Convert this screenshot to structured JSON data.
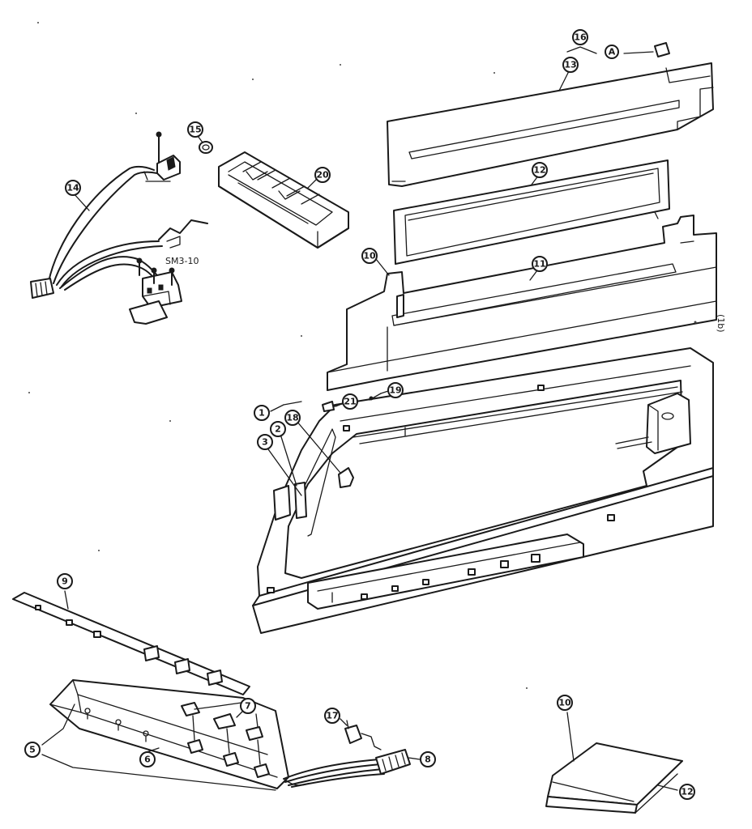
{
  "diagram": {
    "callouts": {
      "c1": "1",
      "c2": "2",
      "c3": "3",
      "c5": "5",
      "c6": "6",
      "c7": "7",
      "c8": "8",
      "c9": "9",
      "c10a": "10",
      "c10b": "10",
      "c11": "11",
      "c12a": "12",
      "c12b": "12",
      "c13": "13",
      "c14": "14",
      "c15": "15",
      "c16": "16",
      "c17": "17",
      "c18": "18",
      "c19": "19",
      "c20": "20",
      "c21": "21",
      "cA": "A"
    },
    "labels": {
      "screw_spec": "SM3-10",
      "side_mark": "(1b)"
    }
  }
}
